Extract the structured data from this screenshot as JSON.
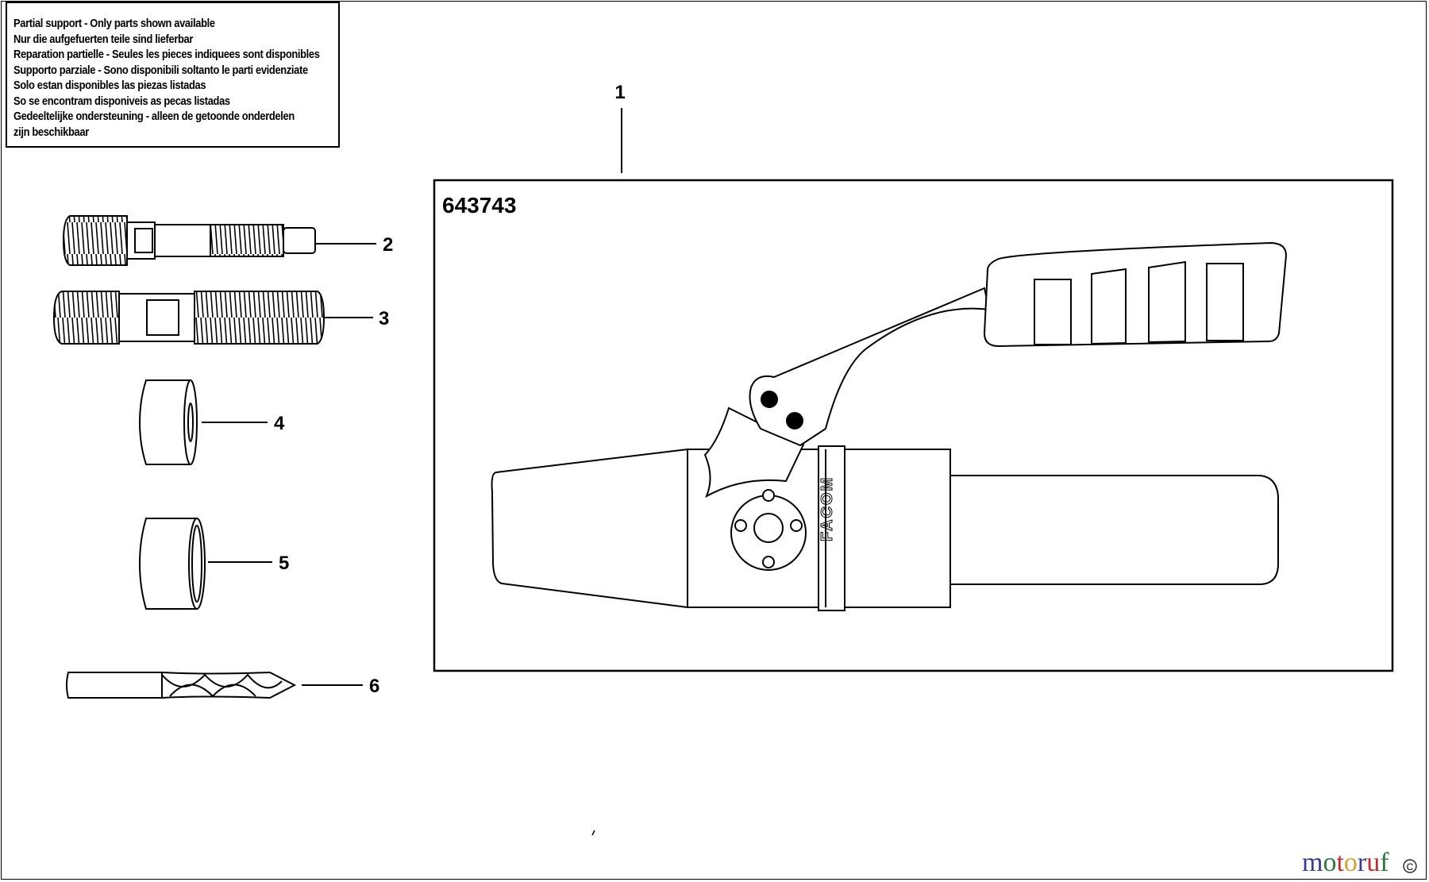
{
  "notice": {
    "lines": [
      "Partial support - Only parts shown available",
      "Nur die aufgefuerten teile sind lieferbar",
      "Reparation partielle - Seules les pieces indiquees sont disponibles",
      "Supporto parziale - Sono disponibili soltanto le parti evidenziate",
      "Solo estan disponibles las piezas listadas",
      "So se encontram disponiveis as pecas listadas",
      "Gedeeltelijke ondersteuning - alleen de getoonde onderdelen",
      "zijn beschikbaar"
    ]
  },
  "assembly": {
    "callout": "1",
    "part_number": "643743",
    "brand_on_tool": "FACOM"
  },
  "parts": [
    {
      "callout": "2",
      "icon": "threaded-bolt-icon"
    },
    {
      "callout": "3",
      "icon": "threaded-stud-icon"
    },
    {
      "callout": "4",
      "icon": "short-sleeve-icon"
    },
    {
      "callout": "5",
      "icon": "sleeve-icon"
    },
    {
      "callout": "6",
      "icon": "drill-bit-icon"
    }
  ],
  "watermark": {
    "text": "motoruf",
    "colors": [
      "#3b3b9b",
      "#2a7a3a",
      "#c22b2b",
      "#d8a02a",
      "#3b3b9b",
      "#c22b2b",
      "#2a7a3a"
    ]
  }
}
